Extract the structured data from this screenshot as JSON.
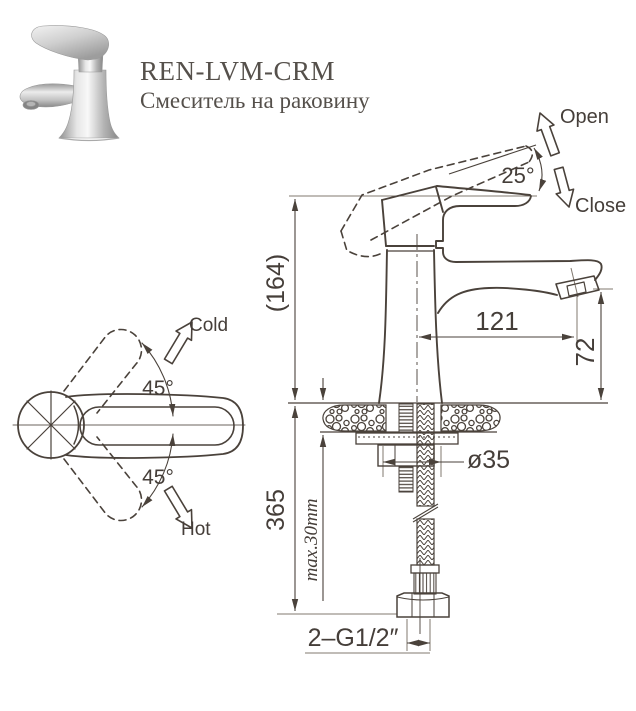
{
  "product": {
    "model": "REN-LVM-CRM",
    "name": "Смеситель на раковину"
  },
  "side_view": {
    "open_label": "Open",
    "close_label": "Close",
    "handle_angle": "25°",
    "overall_height": "(164)",
    "spout_reach": "121",
    "spout_height": "72",
    "under_counter_length": "365",
    "counter_thickness": "max.30mm",
    "hole_diameter": "ø35",
    "connection_thread": "2–G1/2″"
  },
  "top_view": {
    "cold_label": "Cold",
    "hot_label": "Hot",
    "swing_upper": "45°",
    "swing_lower": "45°"
  },
  "colors": {
    "line": "#4a423b",
    "text": "#453e39",
    "title": "#55504b",
    "background": "#ffffff"
  }
}
